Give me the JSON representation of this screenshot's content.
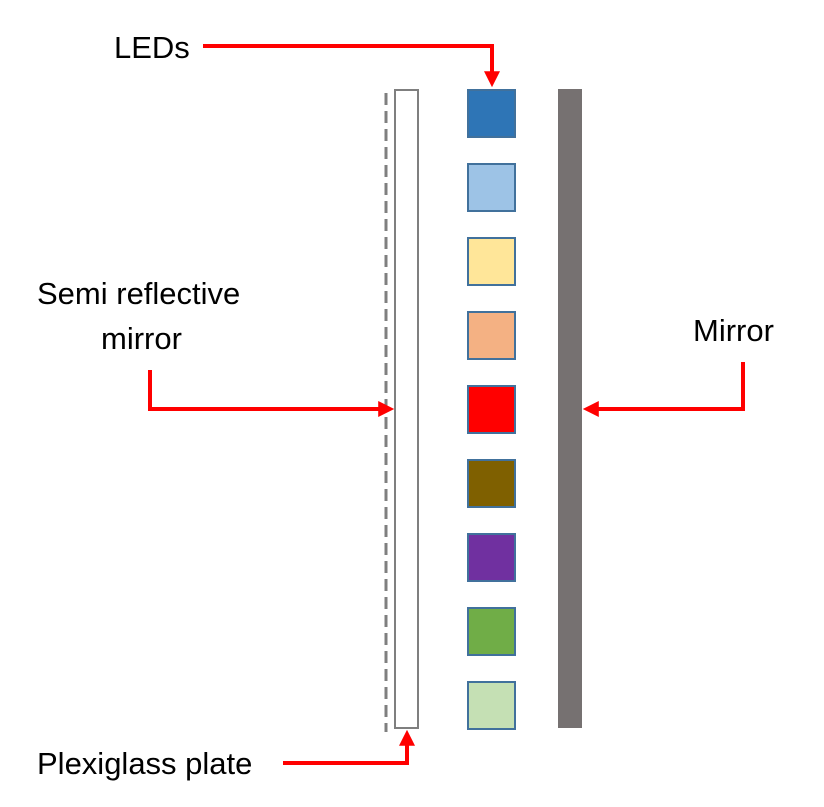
{
  "labels": {
    "leds": "LEDs",
    "semi_line1": "Semi reflective",
    "semi_line2": "mirror",
    "mirror": "Mirror",
    "plexiglass": "Plexiglass plate"
  },
  "colors": {
    "arrow": "#FF0000",
    "mirror": "#767171",
    "plate_outline": "#7F7F7F",
    "led_border": "#41719C"
  },
  "leds": [
    {
      "color": "#2E75B6"
    },
    {
      "color": "#9DC3E6"
    },
    {
      "color": "#FFE699"
    },
    {
      "color": "#F4B183"
    },
    {
      "color": "#FF0000"
    },
    {
      "color": "#7F6000"
    },
    {
      "color": "#7030A0"
    },
    {
      "color": "#70AD47"
    },
    {
      "color": "#C5E0B4"
    }
  ]
}
